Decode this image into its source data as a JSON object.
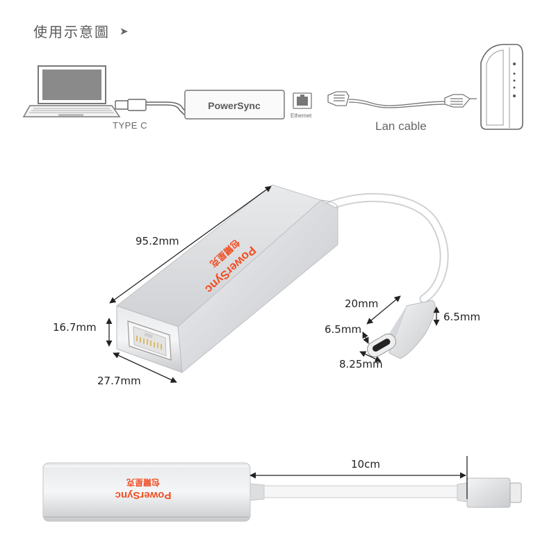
{
  "header": {
    "title": "使用示意圖",
    "arrow": "➤"
  },
  "diagram": {
    "type_c_label": "TYPE C",
    "adapter_label": "PowerSync",
    "ethernet_label": "Ethernet",
    "lan_cable_label": "Lan cable"
  },
  "product": {
    "brand": "PowerSync",
    "brand_cn": "包爾星克",
    "length_label": "95.2mm",
    "height_label": "16.7mm",
    "width_label": "27.7mm",
    "plug_length_label": "20mm",
    "plug_thickness_label": "6.5mm",
    "plug_height_label": "6.5mm",
    "plug_width_label": "8.25mm"
  },
  "side_view": {
    "cable_length_label": "10cm",
    "brand": "PowerSync",
    "brand_cn": "包爾星克"
  },
  "colors": {
    "accent": "#f04e23",
    "aluminum": "#d5d7da",
    "line": "#444444"
  }
}
